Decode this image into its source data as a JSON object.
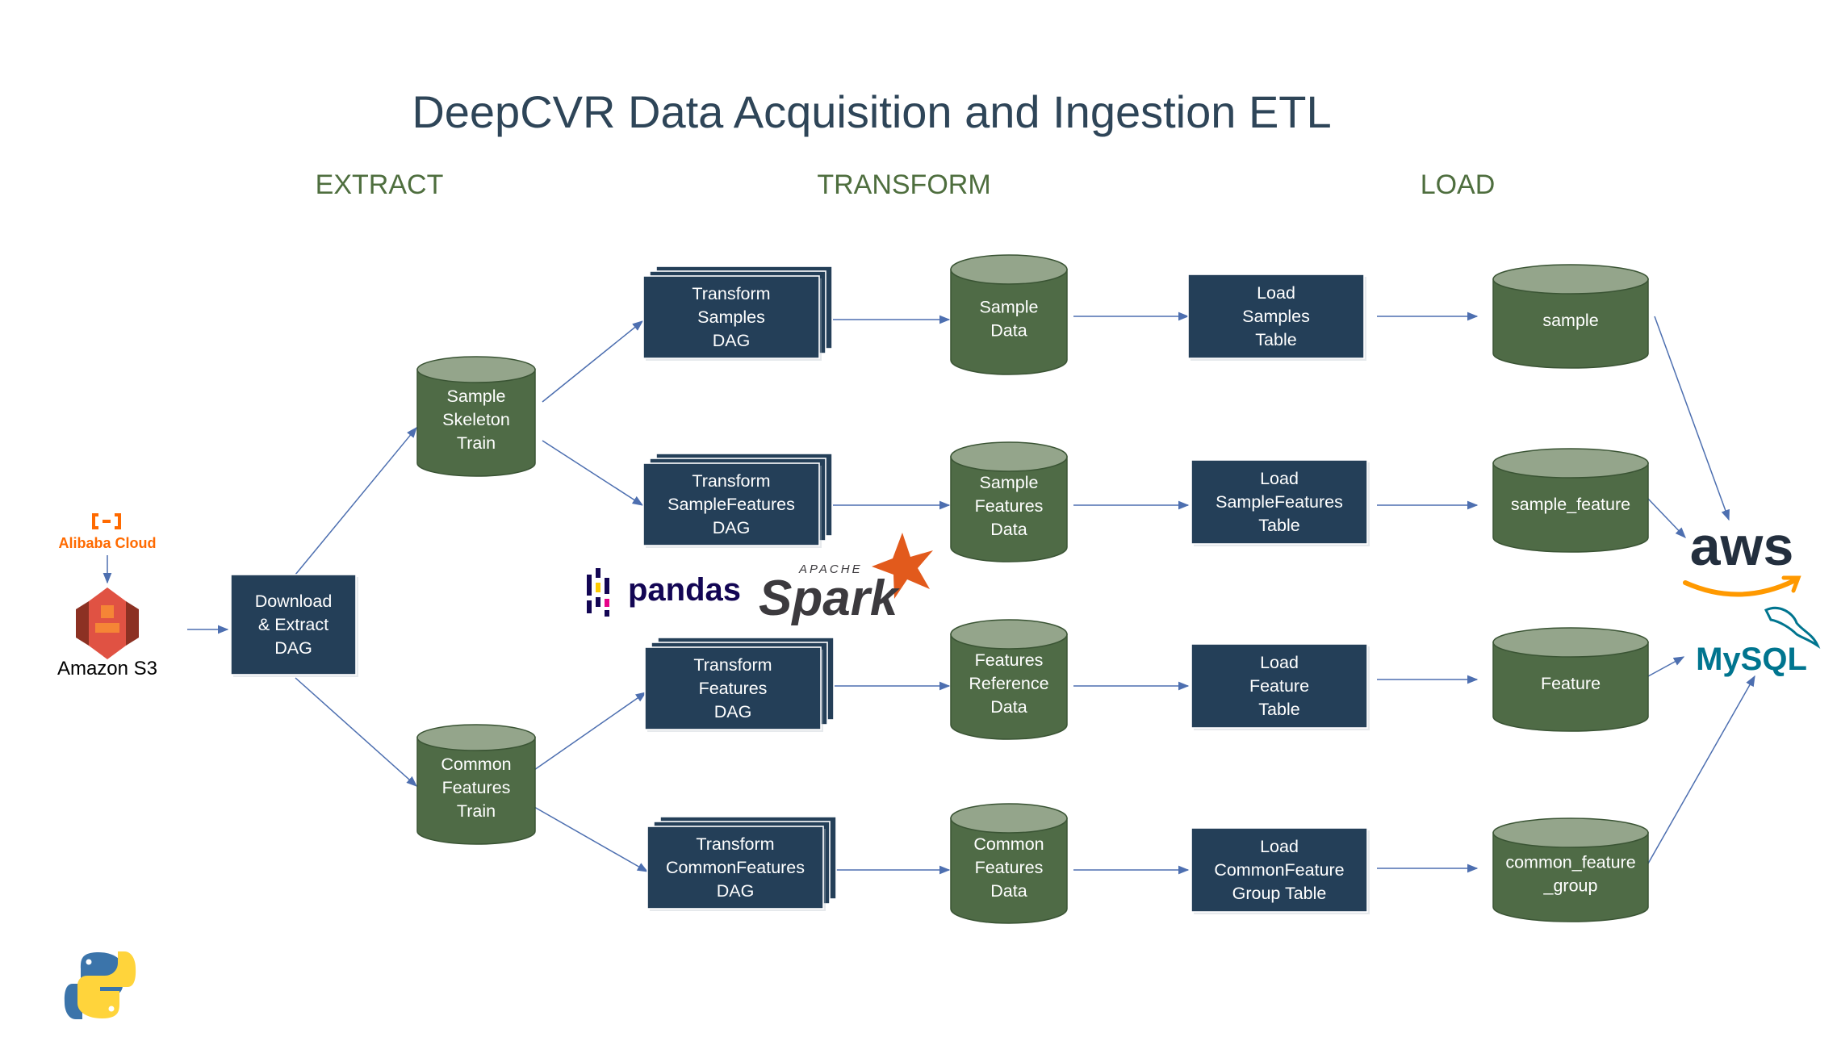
{
  "title": "DeepCVR Data Acquisition and Ingestion ETL",
  "phases": {
    "extract": "EXTRACT",
    "transform": "TRANSFORM",
    "load": "LOAD"
  },
  "logos": {
    "alibaba": "Alibaba Cloud",
    "s3": "Amazon S3",
    "pandas": "pandas",
    "spark_top": "APACHE",
    "spark": "Spark",
    "aws": "aws",
    "mysql": "MySQL"
  },
  "nodes": {
    "download": [
      "Download",
      "& Extract",
      "DAG"
    ],
    "skeleton": [
      "Sample",
      "Skeleton",
      "Train"
    ],
    "common_train": [
      "Common",
      "Features",
      "Train"
    ],
    "t_samples": [
      "Transform",
      "Samples",
      "DAG"
    ],
    "t_samplefeatures": [
      "Transform",
      "SampleFeatures",
      "DAG"
    ],
    "t_features": [
      "Transform",
      "Features",
      "DAG"
    ],
    "t_commonfeatures": [
      "Transform",
      "CommonFeatures",
      "DAG"
    ],
    "d_sample": [
      "Sample",
      "Data"
    ],
    "d_samplefeatures": [
      "Sample",
      "Features",
      "Data"
    ],
    "d_featuresref": [
      "Features",
      "Reference",
      "Data"
    ],
    "d_commonfeatures": [
      "Common",
      "Features",
      "Data"
    ],
    "l_samples": [
      "Load",
      "Samples",
      "Table"
    ],
    "l_samplefeatures": [
      "Load",
      "SampleFeatures",
      "Table"
    ],
    "l_feature": [
      "Load",
      "Feature",
      "Table"
    ],
    "l_commonfeature": [
      "Load",
      "CommonFeature",
      "Group Table"
    ],
    "tbl_sample": [
      "sample"
    ],
    "tbl_sample_feature": [
      "sample_feature"
    ],
    "tbl_feature": [
      "Feature"
    ],
    "tbl_common": [
      "common_feature",
      "_group"
    ]
  }
}
